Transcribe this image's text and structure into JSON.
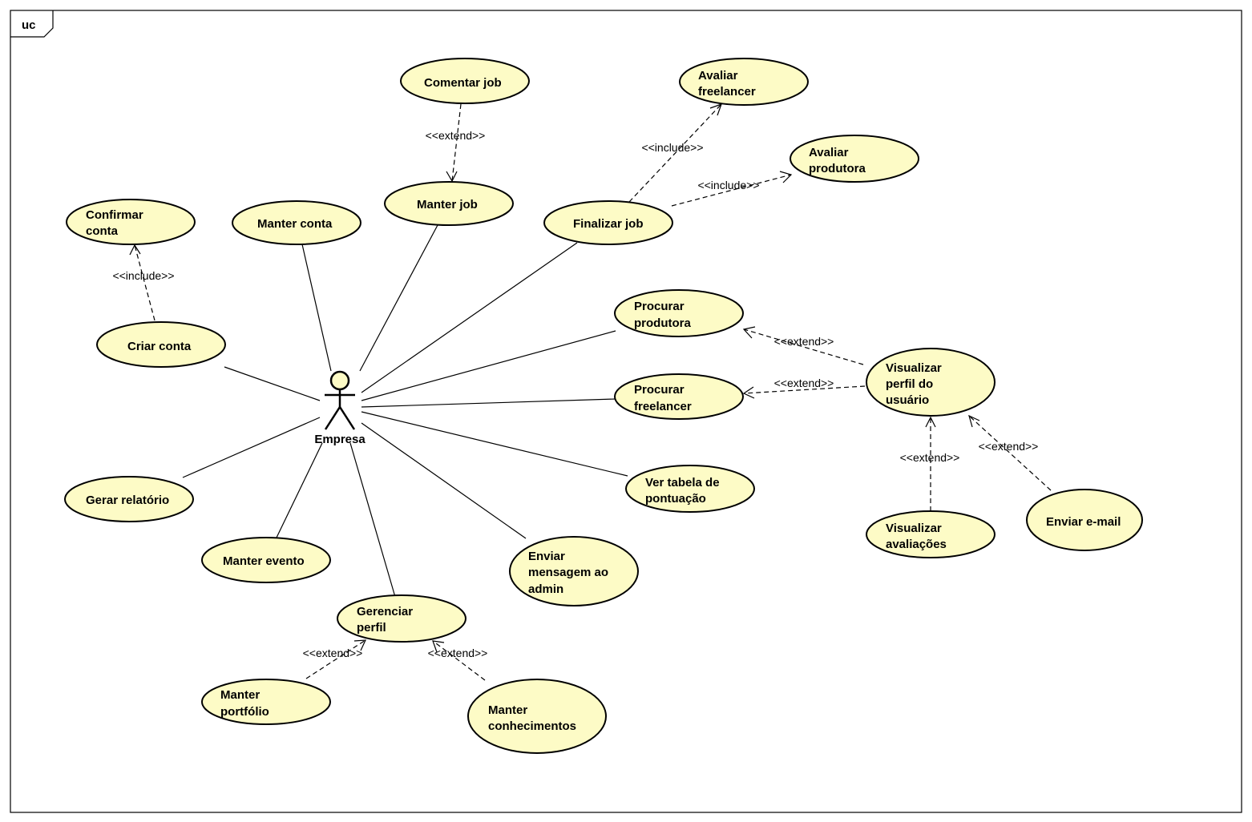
{
  "frame_label": "uc",
  "actor": {
    "name": "Empresa"
  },
  "use_cases": {
    "confirmar_conta": [
      "Confirmar",
      "conta"
    ],
    "manter_conta": [
      "Manter conta"
    ],
    "criar_conta": [
      "Criar conta"
    ],
    "gerar_relatorio": [
      "Gerar relatório"
    ],
    "manter_evento": [
      "Manter evento"
    ],
    "gerenciar_perfil": [
      "Gerenciar",
      "perfil"
    ],
    "manter_portfolio": [
      "Manter",
      "portfólio"
    ],
    "manter_conhecimentos": [
      "Manter",
      "conhecimentos"
    ],
    "comentar_job": [
      "Comentar job"
    ],
    "manter_job": [
      "Manter job"
    ],
    "finalizar_job": [
      "Finalizar job"
    ],
    "avaliar_freelancer": [
      "Avaliar",
      "freelancer"
    ],
    "avaliar_produtora": [
      "Avaliar",
      "produtora"
    ],
    "procurar_produtora": [
      "Procurar",
      "produtora"
    ],
    "procurar_freelancer": [
      "Procurar",
      "freelancer"
    ],
    "ver_tabela": [
      "Ver tabela de",
      "pontuação"
    ],
    "enviar_mensagem": [
      "Enviar",
      "mensagem ao",
      "admin"
    ],
    "visualizar_perfil": [
      "Visualizar",
      "perfil do",
      "usuário"
    ],
    "visualizar_avaliacoes": [
      "Visualizar",
      "avaliações"
    ],
    "enviar_email": [
      "Enviar e-mail"
    ]
  },
  "stereotypes": {
    "include": "<<include>>",
    "extend": "<<extend>>"
  }
}
